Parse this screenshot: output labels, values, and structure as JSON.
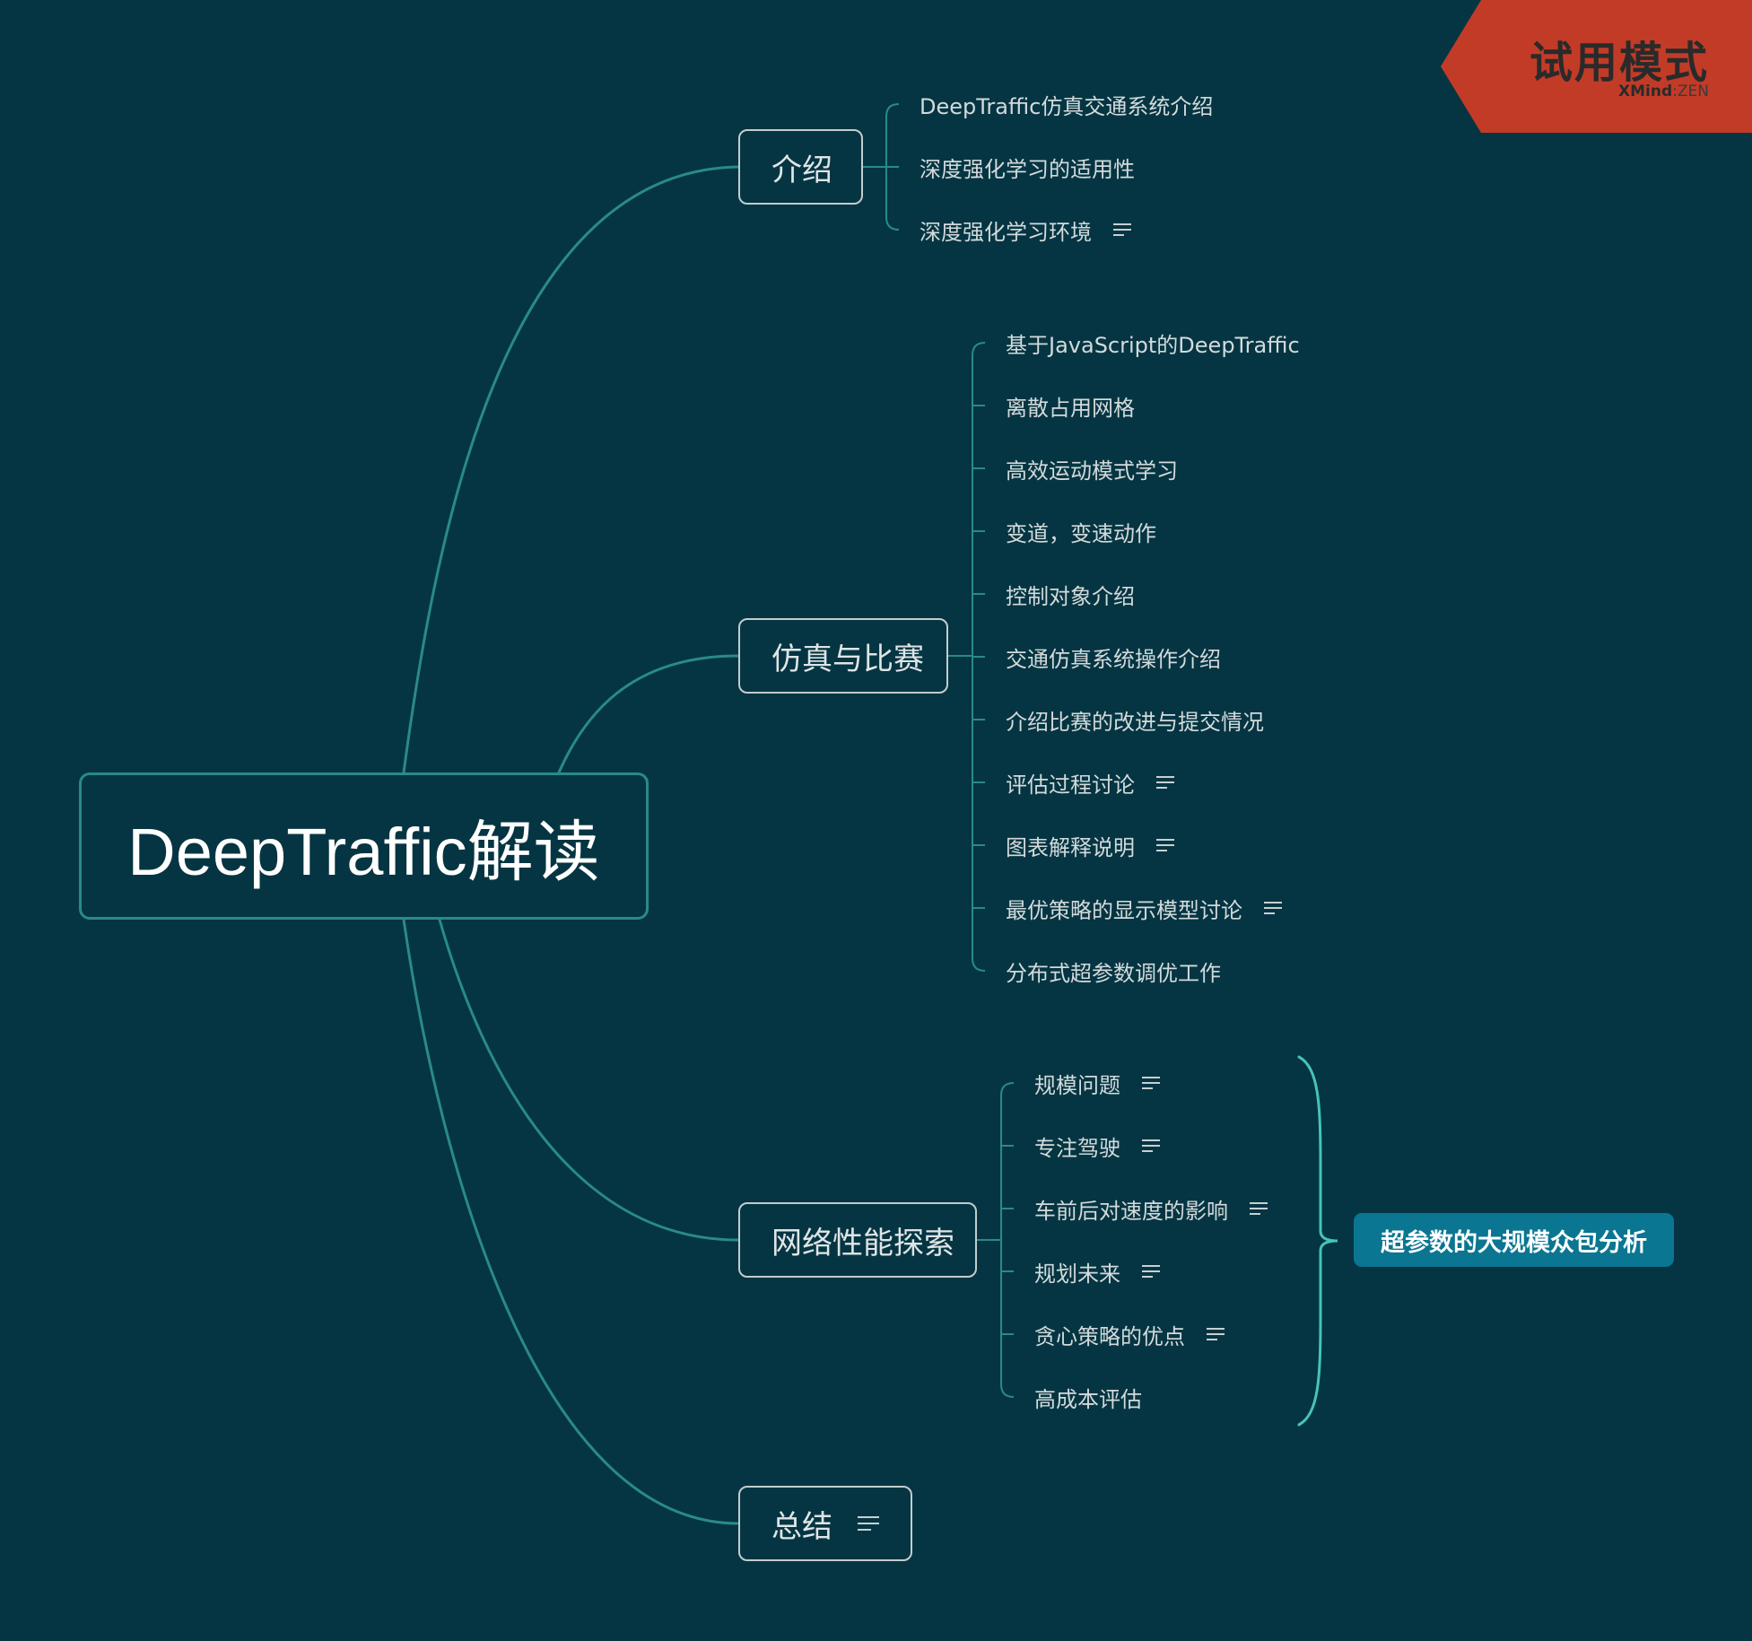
{
  "root": {
    "label": "DeepTraffic解读"
  },
  "branches": [
    {
      "label": "介绍",
      "has_note": false,
      "children": [
        {
          "label": "DeepTraffic仿真交通系统介绍",
          "has_note": false
        },
        {
          "label": "深度强化学习的适用性",
          "has_note": false
        },
        {
          "label": "深度强化学习环境",
          "has_note": true
        }
      ]
    },
    {
      "label": "仿真与比赛",
      "has_note": false,
      "children": [
        {
          "label": "基于JavaScript的DeepTraffic",
          "has_note": false
        },
        {
          "label": "离散占用网格",
          "has_note": false
        },
        {
          "label": "高效运动模式学习",
          "has_note": false
        },
        {
          "label": "变道，变速动作",
          "has_note": false
        },
        {
          "label": "控制对象介绍",
          "has_note": false
        },
        {
          "label": "交通仿真系统操作介绍",
          "has_note": false
        },
        {
          "label": "介绍比赛的改进与提交情况",
          "has_note": false
        },
        {
          "label": "评估过程讨论",
          "has_note": true
        },
        {
          "label": "图表解释说明",
          "has_note": true
        },
        {
          "label": "最优策略的显示模型讨论",
          "has_note": true
        },
        {
          "label": "分布式超参数调优工作",
          "has_note": false
        }
      ]
    },
    {
      "label": "网络性能探索",
      "has_note": false,
      "children": [
        {
          "label": "规模问题",
          "has_note": true
        },
        {
          "label": "专注驾驶",
          "has_note": true
        },
        {
          "label": "车前后对速度的影响",
          "has_note": true
        },
        {
          "label": "规划未来",
          "has_note": true
        },
        {
          "label": "贪心策略的优点",
          "has_note": true
        },
        {
          "label": "高成本评估",
          "has_note": false
        }
      ],
      "summary": "超参数的大规模众包分析"
    },
    {
      "label": "总结",
      "has_note": true,
      "children": []
    }
  ],
  "trial_banner": {
    "text": "试用模式",
    "brand_bold": "XMind",
    "brand_sep": ":",
    "brand_light": "ZEN"
  },
  "colors": {
    "background": "#053542",
    "connector": "#2a8a86",
    "summary_bracket": "#46c4b6",
    "summary_fill": "#0a7691",
    "banner": "#c23b27"
  },
  "icons": {
    "note": "note-lines-icon"
  }
}
